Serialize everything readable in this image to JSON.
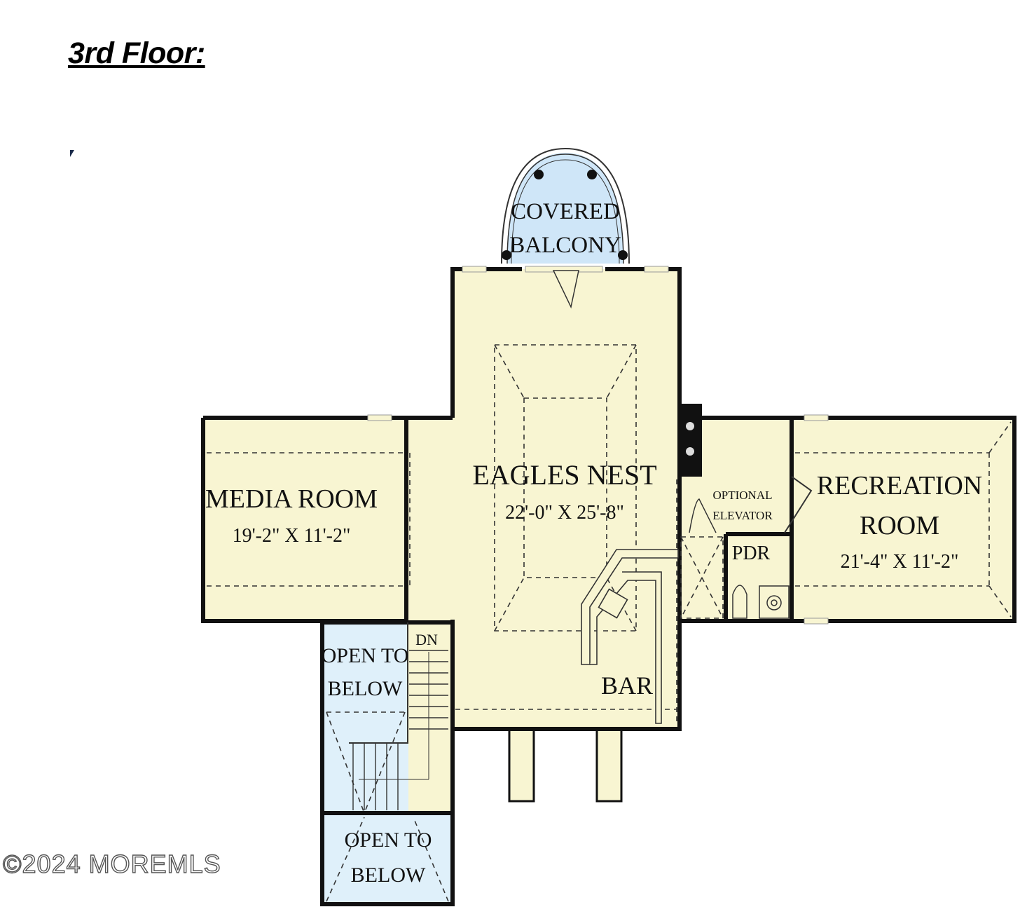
{
  "heading": "3rd Floor:",
  "watermark": "©2024 MOREMLS",
  "colors": {
    "floor": "#f8f5d2",
    "open_area": "#dff0fa",
    "wall": "#111111",
    "dashed": "#333333"
  },
  "rooms": {
    "balcony": {
      "line1": "COVERED",
      "line2": "BALCONY"
    },
    "eagles_nest": {
      "name": "EAGLES NEST",
      "size": "22'-0\" X 25'-8\""
    },
    "media_room": {
      "name": "MEDIA ROOM",
      "size": "19'-2\" X 11'-2\""
    },
    "recreation_room": {
      "line1": "RECREATION",
      "line2": "ROOM",
      "size": "21'-4\" X 11'-2\""
    },
    "elevator": {
      "line1": "OPTIONAL",
      "line2": "ELEVATOR"
    },
    "pdr": "PDR",
    "bar": "BAR",
    "stairs": "DN",
    "open_upper": {
      "line1": "OPEN TO",
      "line2": "BELOW"
    },
    "open_lower": {
      "line1": "OPEN TO",
      "line2": "BELOW"
    }
  }
}
